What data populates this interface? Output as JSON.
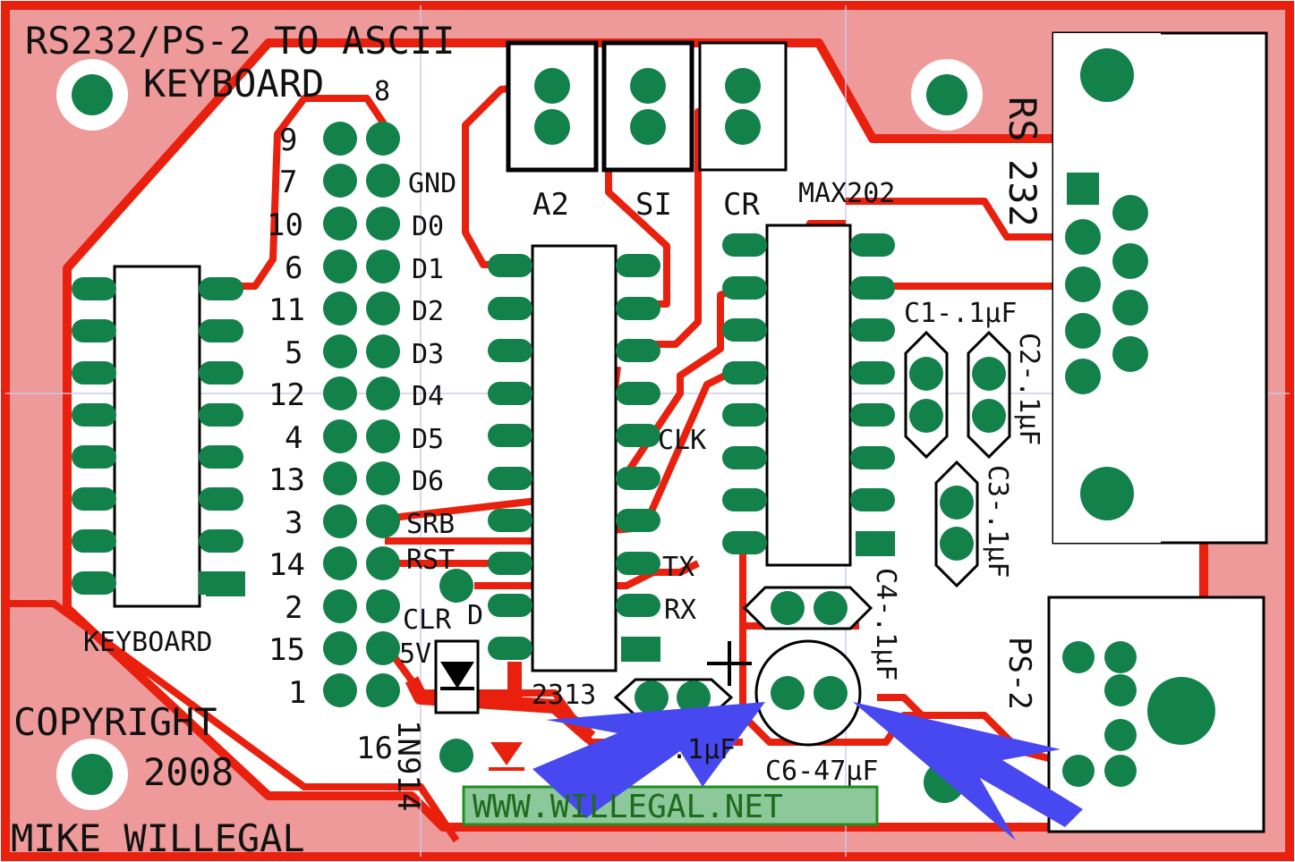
{
  "board": {
    "title_line1": "RS232/PS-2 TO ASCII",
    "title_line2": "KEYBOARD",
    "copyright_line1": "COPYRIGHT",
    "copyright_line2": "2008",
    "author": "MIKE  WILLEGAL",
    "website": "WWW.WILLEGAL.NET"
  },
  "colors": {
    "board_fill": "#ee9a9a",
    "trace": "#e8200d",
    "pad": "#12814a",
    "arrow": "#4848f0",
    "website_box": "#8cc89a",
    "website_text": "#1e6b1e"
  },
  "header_pins": {
    "left_numbers": [
      "9",
      "7",
      "10",
      "6",
      "11",
      "5",
      "12",
      "4",
      "13",
      "3",
      "14",
      "2",
      "15",
      "1"
    ],
    "top_right_number": "8",
    "bottom_number": "16",
    "right_labels": [
      "GND",
      "D0",
      "D1",
      "D2",
      "D3",
      "D4",
      "D5",
      "D6",
      "SRB",
      "RST",
      "CLR",
      "5V"
    ],
    "clr_extra": "D"
  },
  "components": {
    "keyboard_label": "KEYBOARD",
    "jumpers": [
      "A2",
      "SI",
      "CR"
    ],
    "mcu_label": "2313",
    "max_label": "MAX202",
    "clk_label": "CLK",
    "tx_label": "TX",
    "rx_label": "RX",
    "diode_label": "1N914",
    "c1": "C1-.1µF",
    "c2": "C2-.1µF",
    "c3": "C3-.1µF",
    "c4": "C4-.1µF",
    "c5_partial": ".1µF",
    "c6": "C6-47µF",
    "rs232_line1": "RS",
    "rs232_line2": "232",
    "ps2_label": "PS-2",
    "plus_sign": "+"
  }
}
